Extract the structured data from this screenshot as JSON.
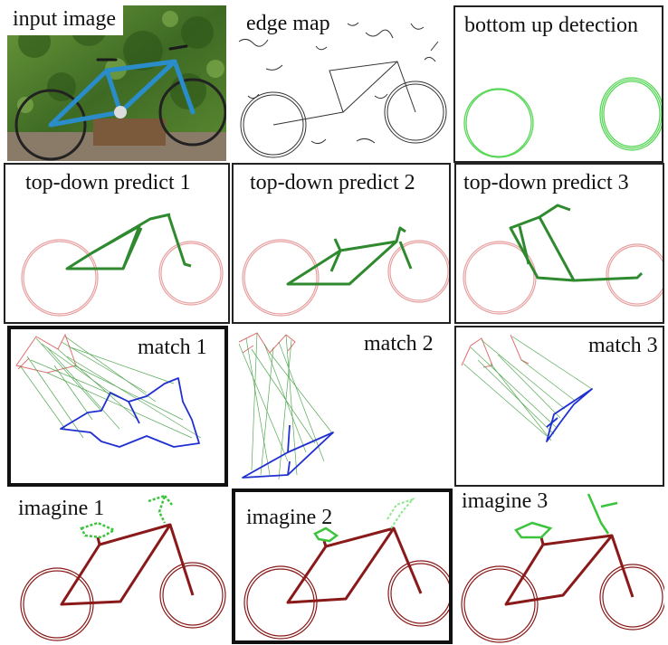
{
  "row1": {
    "input": "input image",
    "edge": "edge map",
    "bottomup": "bottom up detection"
  },
  "row2": {
    "p1": "top-down predict 1",
    "p2": "top-down predict 2",
    "p3": "top-down predict 3"
  },
  "row3": {
    "m1": "match 1",
    "m2": "match 2",
    "m3": "match 3"
  },
  "row4": {
    "i1": "imagine 1",
    "i2": "imagine 2",
    "i3": "imagine 3"
  },
  "colors": {
    "green_detect": "#55d655",
    "green_frame": "#2f8a2f",
    "pink_wheel": "#e8a0a0",
    "match_line": "#3a9a3a",
    "blue_frame": "#2030d0",
    "red_match": "#e07070",
    "imagine_dark": "#8a1a1a",
    "imagine_green": "#3cc43c",
    "imagine_light": "#8fe88f"
  }
}
